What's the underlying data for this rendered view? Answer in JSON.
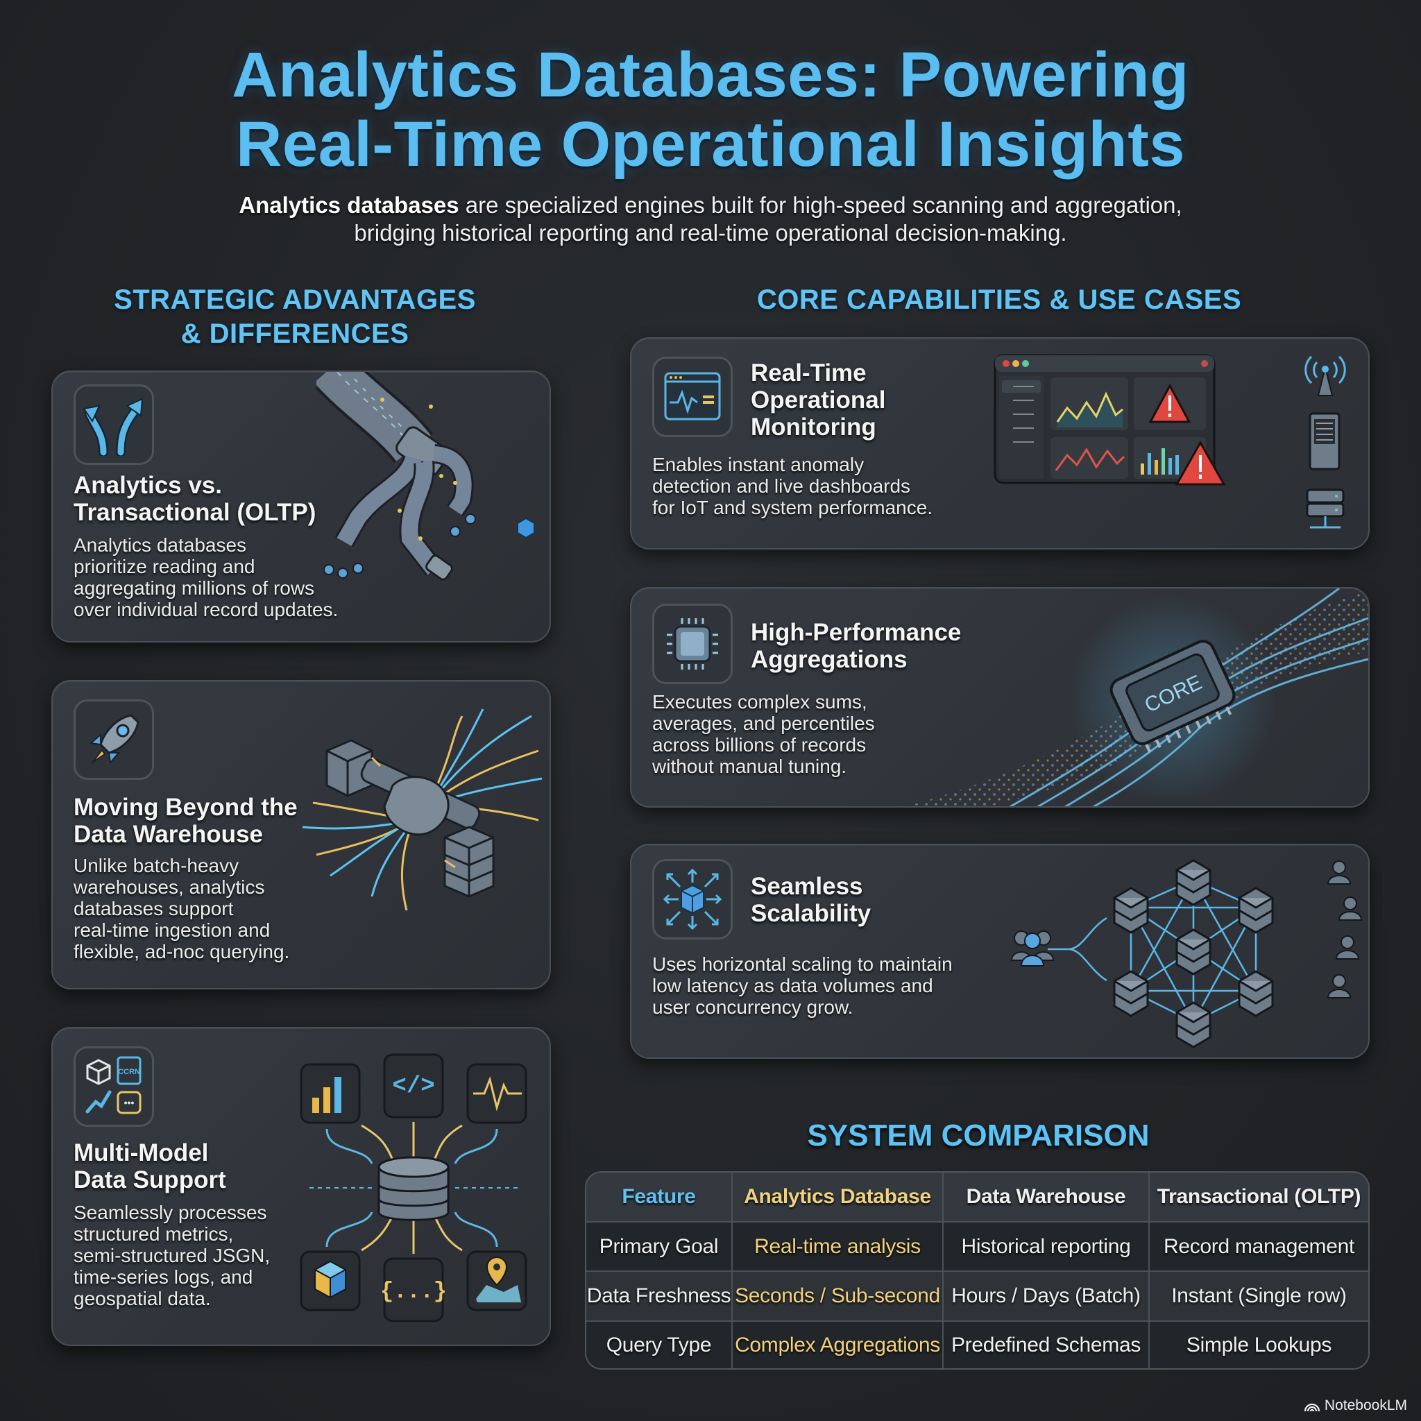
{
  "header": {
    "title_line1": "Analytics Databases: Powering",
    "title_line2": "Real-Time Operational Insights",
    "subtitle_bold": "Analytics databases",
    "subtitle_rest_line1": " are specialized engines built for high-speed scanning and aggregation,",
    "subtitle_line2": "bridging historical reporting and real-time operational decision-making."
  },
  "left_section": {
    "heading_line1": "STRATEGIC ADVANTAGES",
    "heading_line2": "& DIFFERENCES",
    "cards": [
      {
        "icon": "diverging-arrows-icon",
        "title_line1": "Analytics vs.",
        "title_line2": "Transactional (OLTP)",
        "body": [
          "Analytics databases",
          "prioritize reading and",
          "aggregating millions of rows",
          "over individual record updates."
        ],
        "illustration": "pipe-splitting-into-branches"
      },
      {
        "icon": "rocket-icon",
        "title_line1": "Moving Beyond the",
        "title_line2": "Data Warehouse",
        "body": [
          "Unlike batch-heavy",
          "warehouses, analytics",
          "databases support",
          "real-time ingestion and",
          "flexible, ad-noc querying."
        ],
        "illustration": "data-stream-bursting-through-connector"
      },
      {
        "icon": "multi-model-icons",
        "icon_sublabel": "CCRN",
        "title_line1": "Multi-Model",
        "title_line2": "Data Support",
        "body": [
          "Seamlessly processes",
          "structured metrics,",
          "semi-structured JSGN,",
          "time-series logs, and",
          "geospatial data."
        ],
        "illustration": "data-types-flowing-into-database",
        "sources": [
          "bar-chart-doc",
          "code-doc",
          "waveform-doc",
          "cube",
          "json-braces-doc",
          "map-pin"
        ],
        "code_tag": "</>",
        "json_tag": "{...}"
      }
    ]
  },
  "right_section": {
    "heading": "CORE CAPABILITIES & USE CASES",
    "cards": [
      {
        "icon": "monitor-pulse-icon",
        "title_lines": [
          "Real-Time",
          "Operational",
          "Monitoring"
        ],
        "body": [
          "Enables instant anomaly",
          "detection and live dashboards",
          "for IoT and system performance."
        ],
        "illustration": "dashboard-with-alerts",
        "side_icons": [
          "antenna-icon",
          "server-tower-icon",
          "network-switch-icon"
        ]
      },
      {
        "icon": "chip-icon",
        "title_lines": [
          "High-Performance",
          "Aggregations"
        ],
        "body": [
          "Executes complex sums,",
          "averages, and percentiles",
          "across billions of records",
          "without manual tuning."
        ],
        "illustration": "core-processor-chip",
        "chip_label": "CORE"
      },
      {
        "icon": "scale-out-cube-icon",
        "title_lines": [
          "Seamless",
          "Scalability"
        ],
        "body": [
          "Uses horizontal scaling to maintain",
          "low latency as data volumes and",
          "user concurrency grow."
        ],
        "illustration": "distributed-node-cluster"
      }
    ]
  },
  "comparison": {
    "title": "SYSTEM COMPARISON",
    "columns": [
      "Feature",
      "Analytics Database",
      "Data Warehouse",
      "Transactional (OLTP)"
    ],
    "rows": [
      [
        "Primary Goal",
        "Real-time analysis",
        "Historical reporting",
        "Record management"
      ],
      [
        "Data Freshness",
        "Seconds / Sub-second",
        "Hours / Days (Batch)",
        "Instant (Single row)"
      ],
      [
        "Query Type",
        "Complex Aggregations",
        "Predefined Schemas",
        "Simple Lookups"
      ]
    ]
  },
  "colors": {
    "accent_blue": "#5bbdf0",
    "accent_gold": "#f1d27d",
    "alert_red": "#e0483f",
    "background": "#232528",
    "card": "#33383e"
  },
  "watermark": {
    "label": "NotebookLM"
  }
}
